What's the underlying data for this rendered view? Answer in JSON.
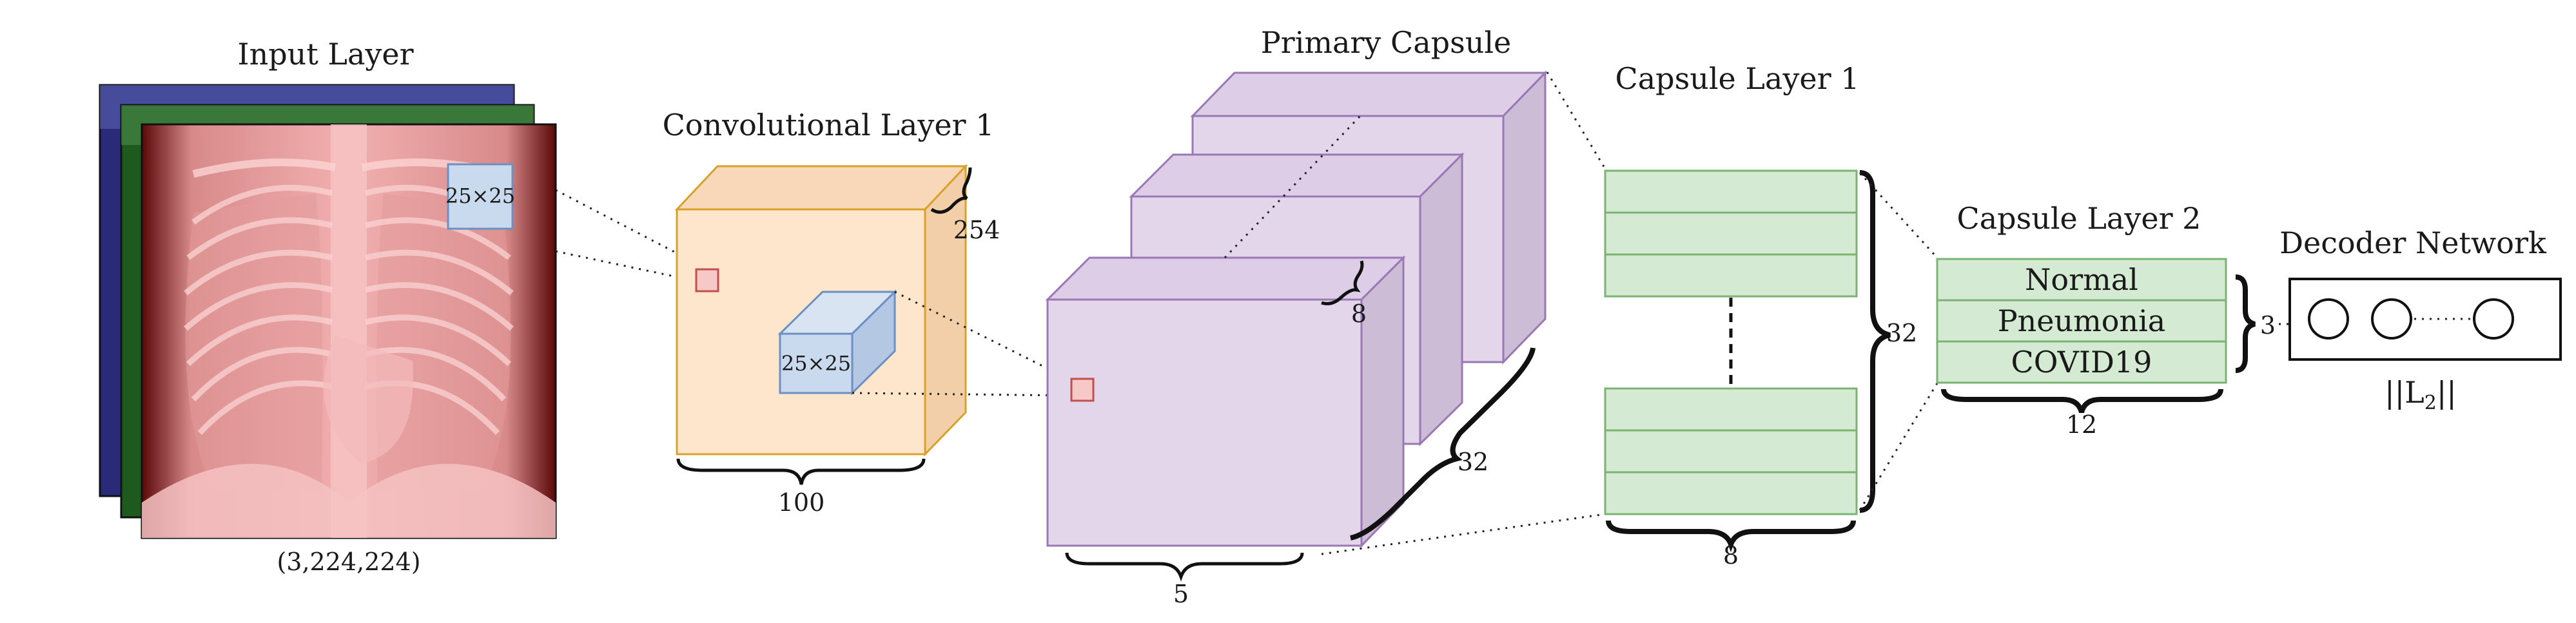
{
  "input_layer": {
    "title": "Input Layer",
    "patch": "25×25",
    "shape": "(3,224,224)"
  },
  "conv_layer": {
    "title": "Convolutional Layer 1",
    "kernel": "25×25",
    "width": "100",
    "depth": "254"
  },
  "primary_capsule": {
    "title": "Primary Capsule",
    "depth": "8",
    "count": "32",
    "width": "5"
  },
  "capsule_layer_1": {
    "title": "Capsule Layer 1",
    "count": "32",
    "width": "8"
  },
  "capsule_layer_2": {
    "title": "Capsule Layer 2",
    "classes": [
      "Normal",
      "Pneumonia",
      "COVID19"
    ],
    "width": "12",
    "count": "3"
  },
  "decoder": {
    "title": "Decoder Network",
    "norm": "||L",
    "norm_sub": "2",
    "norm_end": "||"
  },
  "colors": {
    "xray_tint": "#e8a0a0",
    "xray_bg": "#4a0505",
    "channel_green": "#1e5a1e",
    "channel_blue": "#2a2a7a",
    "conv_fill": "#fde6cc",
    "conv_stroke": "#d9a02a",
    "kernel_fill": "#c9d9ee",
    "kernel_stroke": "#6c8fc4",
    "caps_fill": "#e3d6ea",
    "caps_stroke": "#9a77b5",
    "green_fill": "#d5ead2",
    "green_stroke": "#7ab373",
    "patch_fill": "#f6c8c8",
    "patch_stroke": "#c0504d"
  }
}
